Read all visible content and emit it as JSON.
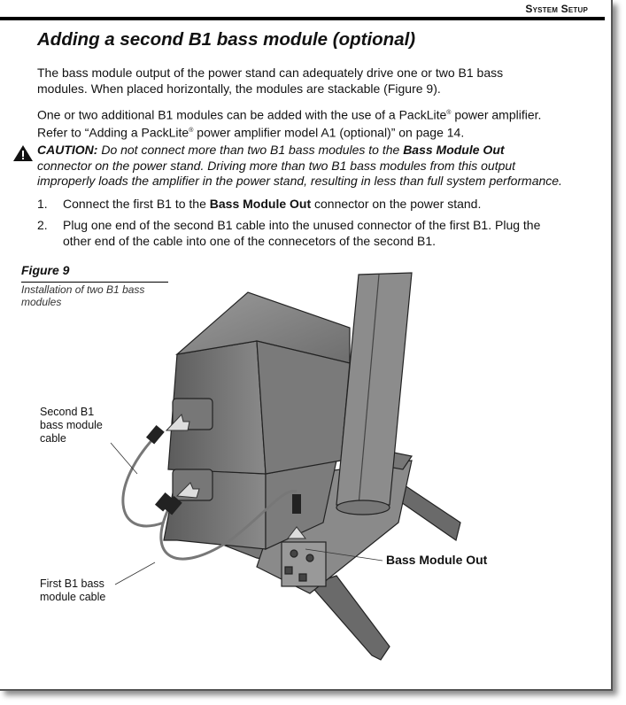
{
  "header": {
    "section": "System Setup"
  },
  "title": "Adding a second B1 bass module (optional)",
  "paragraphs": [
    {
      "line1": "The bass module output of the power stand can adequately drive one or two B1 bass",
      "line2": "modules. When placed horizontally, the modules are stackable (Figure 9)."
    },
    {
      "line1a": "One or two additional B1 modules can be added with the use of a PackLite",
      "reg": "®",
      "line1b": " power amplifier.",
      "line2a": "Refer to “Adding a PackLite",
      "line2b": " power amplifier model A1 (optional)” on page 14."
    }
  ],
  "caution": {
    "icon": "warning-triangle-icon",
    "label": "CAUTION:",
    "text1": " Do not connect more than two B1 bass modules to the ",
    "bold": "Bass Module Out",
    "line2": "connector on the power stand. Driving more than two B1 bass modules from this output",
    "line3": "improperly loads the amplifier in the power stand, resulting in less than full system performance."
  },
  "steps": [
    {
      "num": "1.",
      "a": "Connect the first B1 to the ",
      "bold": "Bass Module Out",
      "b": " connector on the power stand."
    },
    {
      "num": "2.",
      "line1": "Plug one end of the second B1 cable into the unused connector of the first B1. Plug the",
      "line2": "other end of the cable into one of the connecetors of the second B1."
    }
  ],
  "figure": {
    "label": "Figure 9",
    "caption": "Installation of two B1 bass modules",
    "callouts": {
      "second_cable": [
        "Second B1",
        "bass module",
        "cable"
      ],
      "first_cable": [
        "First B1 bass",
        "module cable"
      ],
      "bass_out": "Bass Module Out"
    }
  }
}
